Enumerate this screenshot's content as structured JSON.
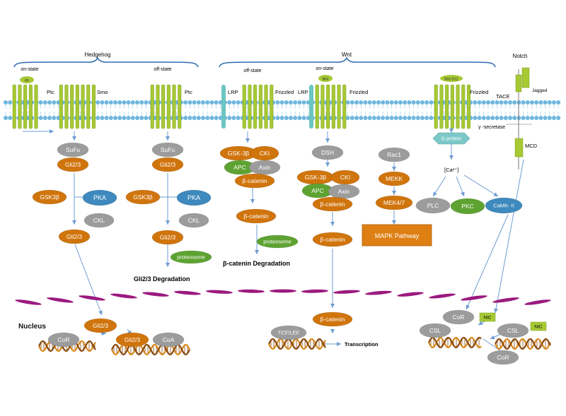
{
  "colors": {
    "membrane_blue": "#6fb7de",
    "receptor_green": "#a6c934",
    "receptor_dark": "#7e9e1a",
    "lrp_teal": "#6cc5c0",
    "orange": "#d0740c",
    "grey": "#9c9c9c",
    "blue": "#3e89bd",
    "green": "#5ea332",
    "purple": "#9b1a7f",
    "arrow": "#6e9cd2",
    "dna_orange": "#d98a1c",
    "dna_dark": "#8a4a10"
  },
  "headers": {
    "hedgehog": "Hedgehog",
    "wnt": "Wnt",
    "notch": "Notch"
  },
  "states": {
    "hh_on": "on-state",
    "hh_off": "off-state",
    "wnt_off": "off-state",
    "wnt_on": "on-state"
  },
  "ligands": {
    "hh": "Hh",
    "wnt": "Wnt",
    "wnt5": "Wnt 5/11"
  },
  "receptors": {
    "ptc1": "Ptc",
    "smo": "Smo",
    "ptc2": "Ptc",
    "lrp1": "LRP",
    "frizzled1": "Frizzled",
    "lrp2": "LRP",
    "frizzled2": "Frizzled",
    "frizzled3": "Frizzled",
    "jagged": "Jagged",
    "tace": "TACE",
    "gamma": "γ -secretase",
    "mcd": "MCD"
  },
  "proteins": {
    "sufu1": "SuFu",
    "gli1a": "Gli2/3",
    "gsk1": "GSK3β",
    "pka1": "PKA",
    "ckl1": "CKL",
    "gli1b": "Gli2/3",
    "sufu2": "SuFu",
    "gli2a": "Gli2/3",
    "gsk2": "GSK3β",
    "pka2": "PKA",
    "ckl2": "CKL",
    "gli2b": "Gli2/3",
    "prot1": "proteosome",
    "gsk3": "GSK-3β",
    "cki1": "CKI",
    "apc1": "APC",
    "axin1": "Axin",
    "bcat1": "β-catenin",
    "bcat2": "β-catenin",
    "prot2": "proteosome",
    "dsh": "DSH",
    "gsk4": "GSK-3β",
    "cki2": "CKI",
    "apc2": "APC",
    "axin2": "Axin",
    "bcat3": "β-catenin",
    "bcat4": "β-catenin",
    "bcat5": "β-catenin",
    "rac1": "Rac1",
    "mekk": "MEKK",
    "mek47": "MEK4/7",
    "mapk": "MAPK Pathway",
    "gprotein": "G protein",
    "ca": "[Ca²⁺]",
    "plc": "PLC",
    "pkc": "PKC",
    "camk": "CaMK- II",
    "gli_n1": "Gli2/3",
    "cor1": "CoR",
    "gli_n2": "Gli2/3",
    "coa": "CoA",
    "tcf": "TCF/LEF",
    "cor2": "CoR",
    "nic1": "NIC",
    "csl1": "CSL",
    "csl2": "CSL",
    "nic2": "NIC",
    "cor3": "CoR"
  },
  "labels": {
    "gli_degradation": "Gli2/3 Degradation",
    "bcat_degradation": "β-catenin Degradation",
    "nucleus": "Nucleus",
    "transcription": "Transcription"
  }
}
